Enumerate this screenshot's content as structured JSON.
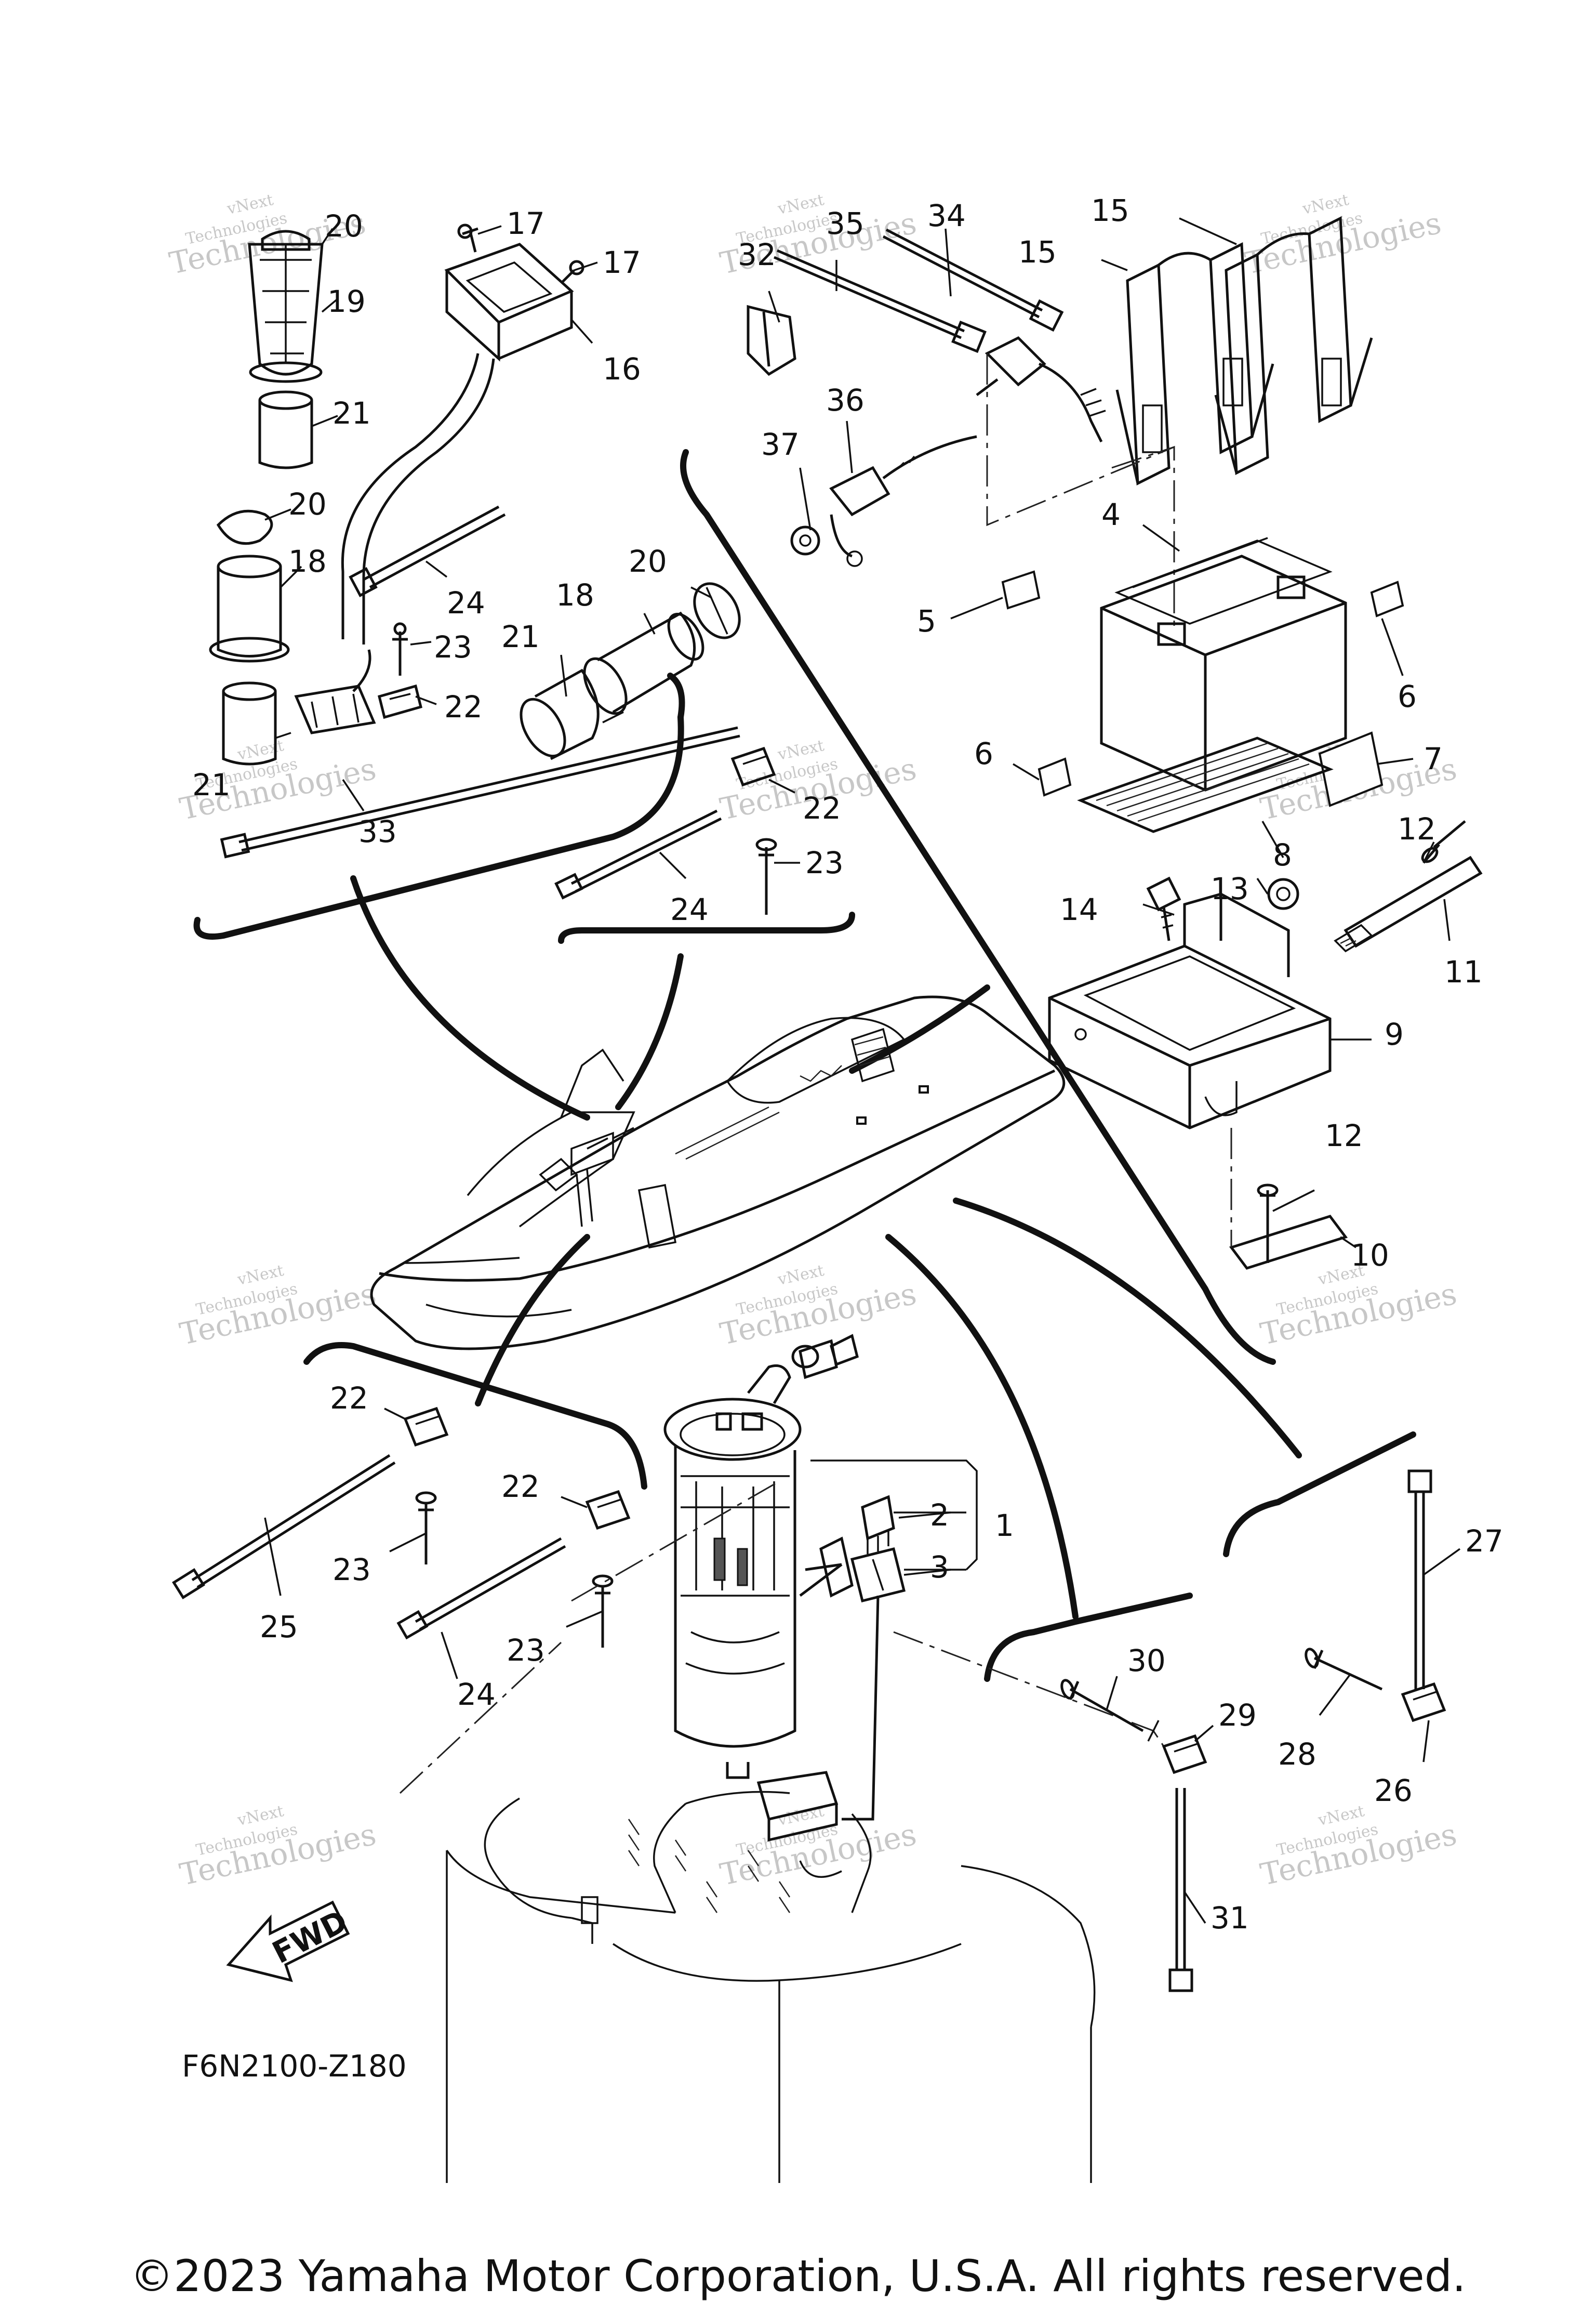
{
  "diagram": {
    "drawing_code": "F6N2100-Z180",
    "fwd_label": "FWD",
    "copyright": "©2023 Yamaha Motor Corporation, U.S.A. All rights reserved.",
    "watermark": {
      "line1": "vNext",
      "line2": "Technologies",
      "line3": "Technologies"
    },
    "callouts": [
      "1",
      "2",
      "3",
      "4",
      "5",
      "6",
      "6",
      "7",
      "8",
      "9",
      "10",
      "11",
      "12",
      "12",
      "13",
      "14",
      "15",
      "15",
      "16",
      "17",
      "17",
      "18",
      "18",
      "19",
      "20",
      "20",
      "20",
      "21",
      "21",
      "21",
      "22",
      "22",
      "22",
      "22",
      "23",
      "23",
      "23",
      "23",
      "24",
      "24",
      "24",
      "25",
      "26",
      "27",
      "28",
      "29",
      "30",
      "31",
      "32",
      "33",
      "34",
      "35",
      "36",
      "37"
    ]
  }
}
